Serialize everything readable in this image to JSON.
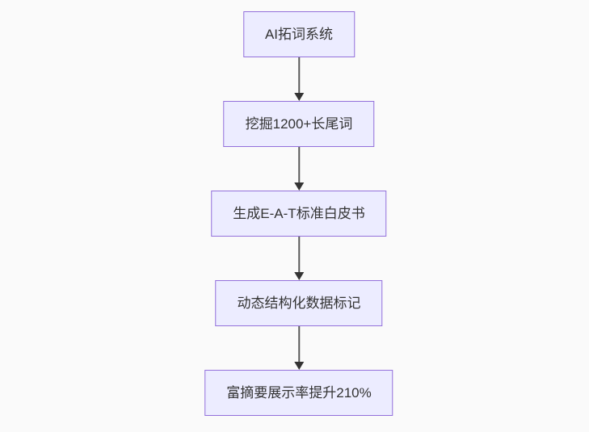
{
  "diagram": {
    "type": "flowchart",
    "direction": "top-down",
    "nodes": [
      {
        "id": "A",
        "label": "AI拓词系统"
      },
      {
        "id": "B",
        "label": "挖掘1200+长尾词"
      },
      {
        "id": "C",
        "label": "生成E-A-T标准白皮书"
      },
      {
        "id": "D",
        "label": "动态结构化数据标记"
      },
      {
        "id": "E",
        "label": "富摘要展示率提升210%"
      }
    ],
    "edges": [
      {
        "from": "A",
        "to": "B",
        "arrow": "down"
      },
      {
        "from": "B",
        "to": "C",
        "arrow": "down"
      },
      {
        "from": "C",
        "to": "D",
        "arrow": "down"
      },
      {
        "from": "D",
        "to": "E",
        "arrow": "down"
      }
    ],
    "colors": {
      "node_fill": "#ececff",
      "node_border": "#9370db",
      "edge_line": "#5a5a5a",
      "arrowhead": "#333333",
      "text": "#333333",
      "background": "#fafafa"
    }
  }
}
